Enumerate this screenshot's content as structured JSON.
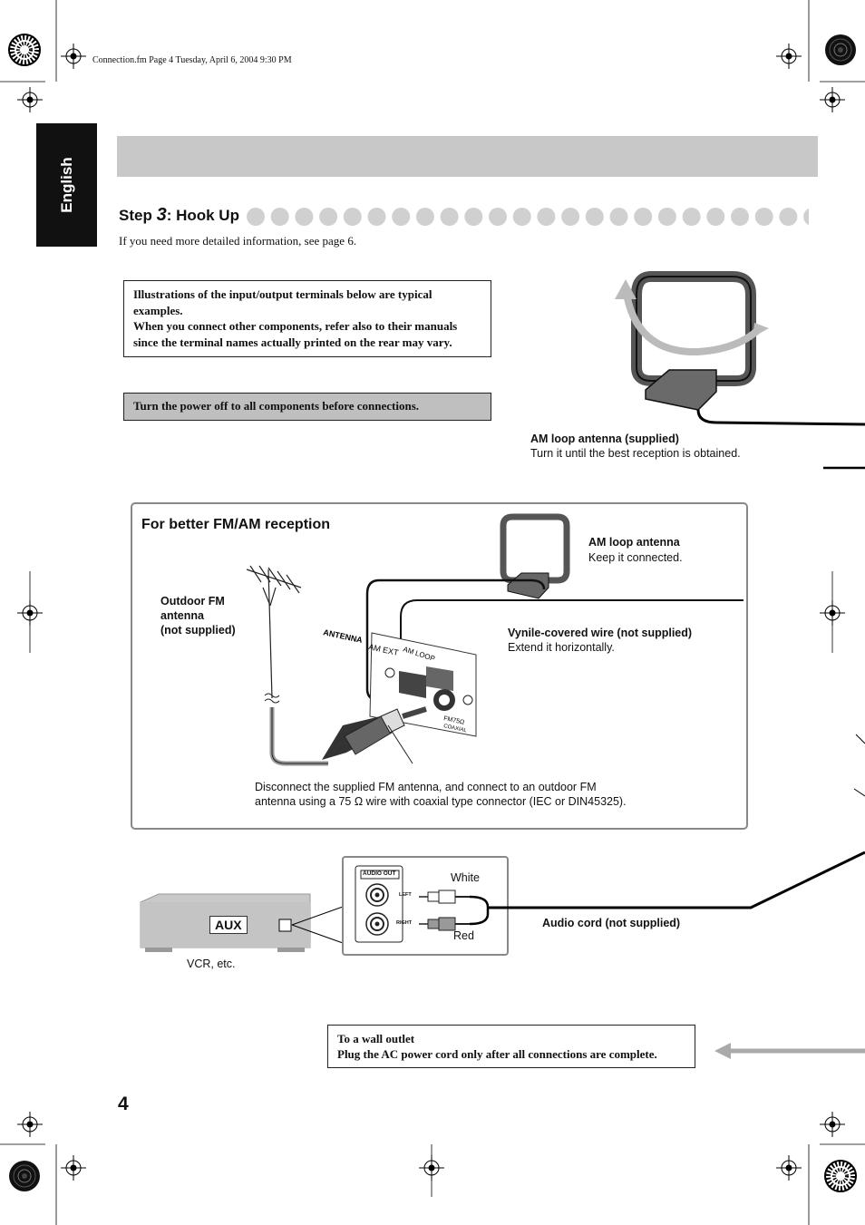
{
  "header": {
    "file_meta": "Connection.fm  Page 4  Tuesday, April 6, 2004  9:30 PM"
  },
  "language_tab": "English",
  "step": {
    "prefix": "Step ",
    "number": "3",
    "suffix": ": Hook Up"
  },
  "intro": "If you need more detailed information, see page 6.",
  "note_box": {
    "lines": [
      "Illustrations of the input/output terminals below are typical examples.",
      "When you connect other components, refer also to their manuals since the terminal names actually printed on the rear may vary."
    ]
  },
  "warning": "Turn the power off to all components before connections.",
  "am_antenna_top": {
    "title": "AM loop antenna (supplied)",
    "desc": "Turn it until the best reception is obtained."
  },
  "reception_box": {
    "title": "For better FM/AM reception",
    "outdoor_fm": [
      "Outdoor FM",
      "antenna",
      "(not supplied)"
    ],
    "am_loop": {
      "title": "AM loop antenna",
      "desc": "Keep it connected."
    },
    "vinyl_wire": {
      "title": "Vynile-covered wire (not supplied)",
      "desc": "Extend it horizontally."
    },
    "panel_labels": {
      "antenna": "ANTENNA",
      "am_ext": "AM EXT",
      "am_loop": "AM LOOP",
      "fm": "FM75Ω",
      "coaxial": "COAXIAL"
    },
    "disconnect_note": [
      "Disconnect the supplied FM antenna, and connect to an outdoor FM",
      "antenna using a 75 Ω wire with coaxial type connector (IEC or DIN45325)."
    ]
  },
  "aux_section": {
    "aux_label": "AUX",
    "vcr_label": "VCR, etc.",
    "audio_out_label": "AUDIO OUT",
    "left_label": "LEFT",
    "right_label": "RIGHT",
    "white_label": "White",
    "red_label": "Red",
    "cord_label": "Audio cord (not supplied)"
  },
  "outlet_box": {
    "line1": "To a wall outlet",
    "line2": "Plug the AC power cord only after all connections are complete."
  },
  "page_number": "4"
}
